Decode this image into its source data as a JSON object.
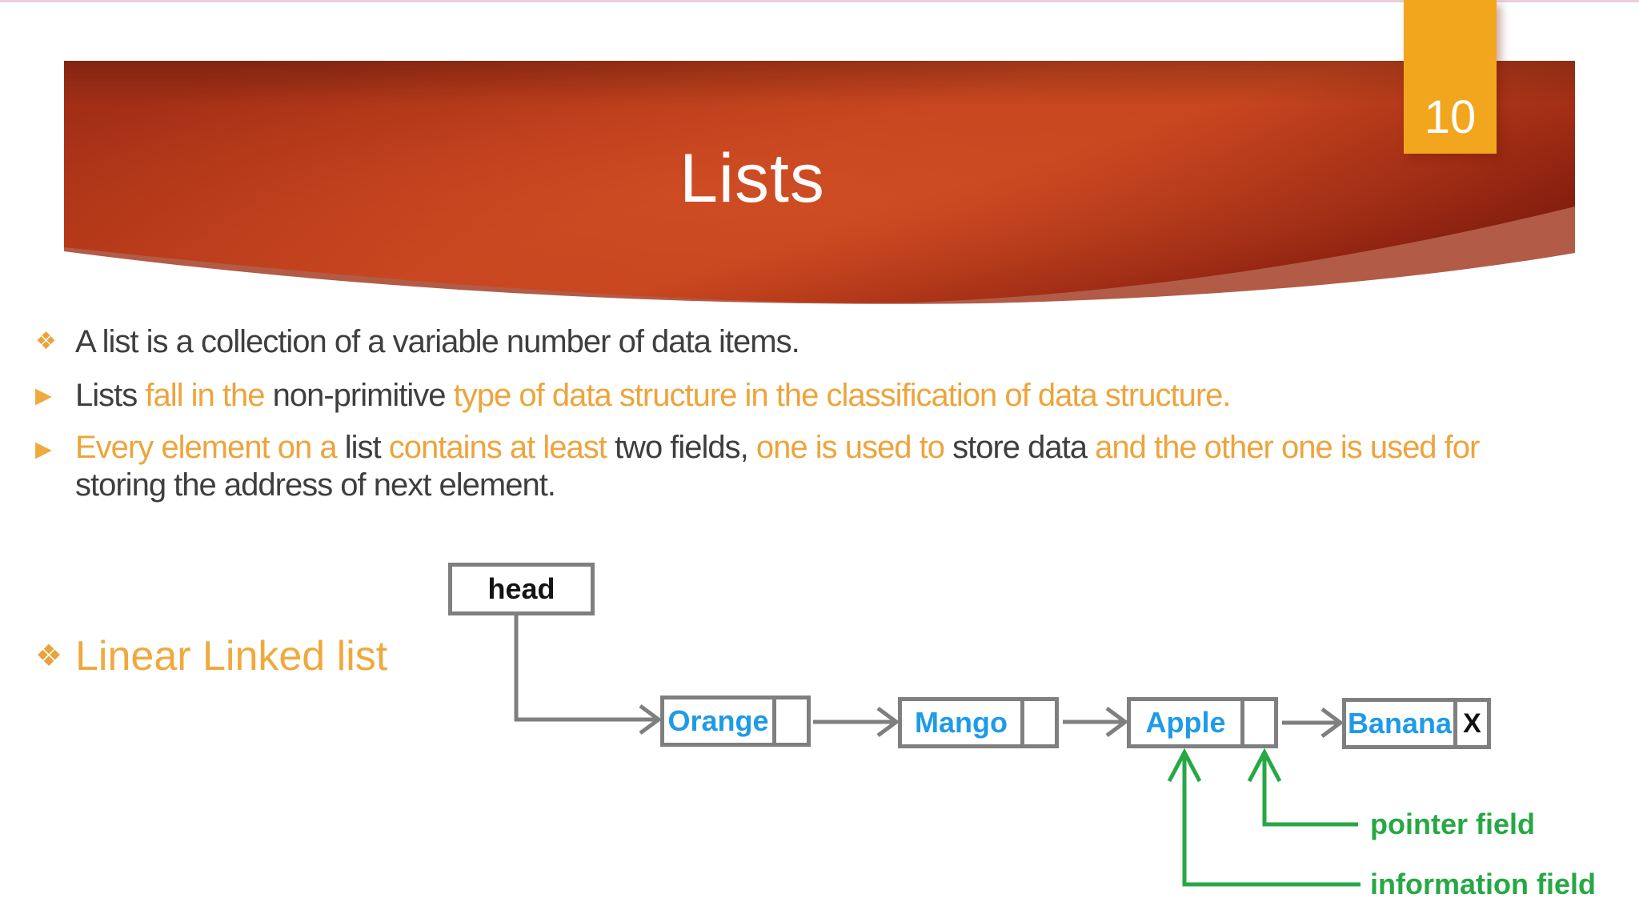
{
  "page": {
    "title": "Lists",
    "page_number": "10"
  },
  "markers": {
    "diamond": "❖",
    "triangle": "▶"
  },
  "colors": {
    "accent_orange": "#eda43c",
    "bullet_marker_orange": "#e8a33d",
    "dark_text": "#3e3e3e",
    "node_text_blue": "#1e9be8",
    "diagram_gray": "#7f7f7f",
    "annotation_green": "#27a845",
    "banner_red_bright": "#c8461f",
    "banner_red_dark": "#7b1c0d",
    "banner_swoosh_light": "#b25c48",
    "page_tab_amber": "#f2a61e"
  },
  "bullets": [
    {
      "marker": "diamond",
      "segments": [
        {
          "text": "A list is a collection of a variable number of data items.",
          "color": "dark"
        }
      ]
    },
    {
      "marker": "triangle",
      "segments": [
        {
          "text": "Lists ",
          "color": "dark"
        },
        {
          "text": "fall in the ",
          "color": "accent"
        },
        {
          "text": "non-primitive ",
          "color": "dark"
        },
        {
          "text": "type of data structure in the classification of data structure.",
          "color": "accent"
        }
      ]
    },
    {
      "marker": "triangle",
      "segments": [
        {
          "text": "Every element on a ",
          "color": "accent"
        },
        {
          "text": "list ",
          "color": "dark"
        },
        {
          "text": "contains at least ",
          "color": "accent"
        },
        {
          "text": "two fields, ",
          "color": "dark"
        },
        {
          "text": "one is used to ",
          "color": "accent"
        },
        {
          "text": "store data ",
          "color": "dark"
        },
        {
          "text": "and the other one is used for ",
          "color": "accent"
        },
        {
          "text": "storing the address of next element.",
          "color": "dark",
          "newline": true
        }
      ]
    }
  ],
  "heading": {
    "text": "Linear Linked list"
  },
  "diagram": {
    "head_label": "head",
    "nodes": [
      {
        "label": "Orange"
      },
      {
        "label": "Mango"
      },
      {
        "label": "Apple"
      },
      {
        "label": "Banana",
        "null_marker": "X"
      }
    ],
    "annotations": {
      "pointer": "pointer field",
      "information": "information field"
    }
  }
}
